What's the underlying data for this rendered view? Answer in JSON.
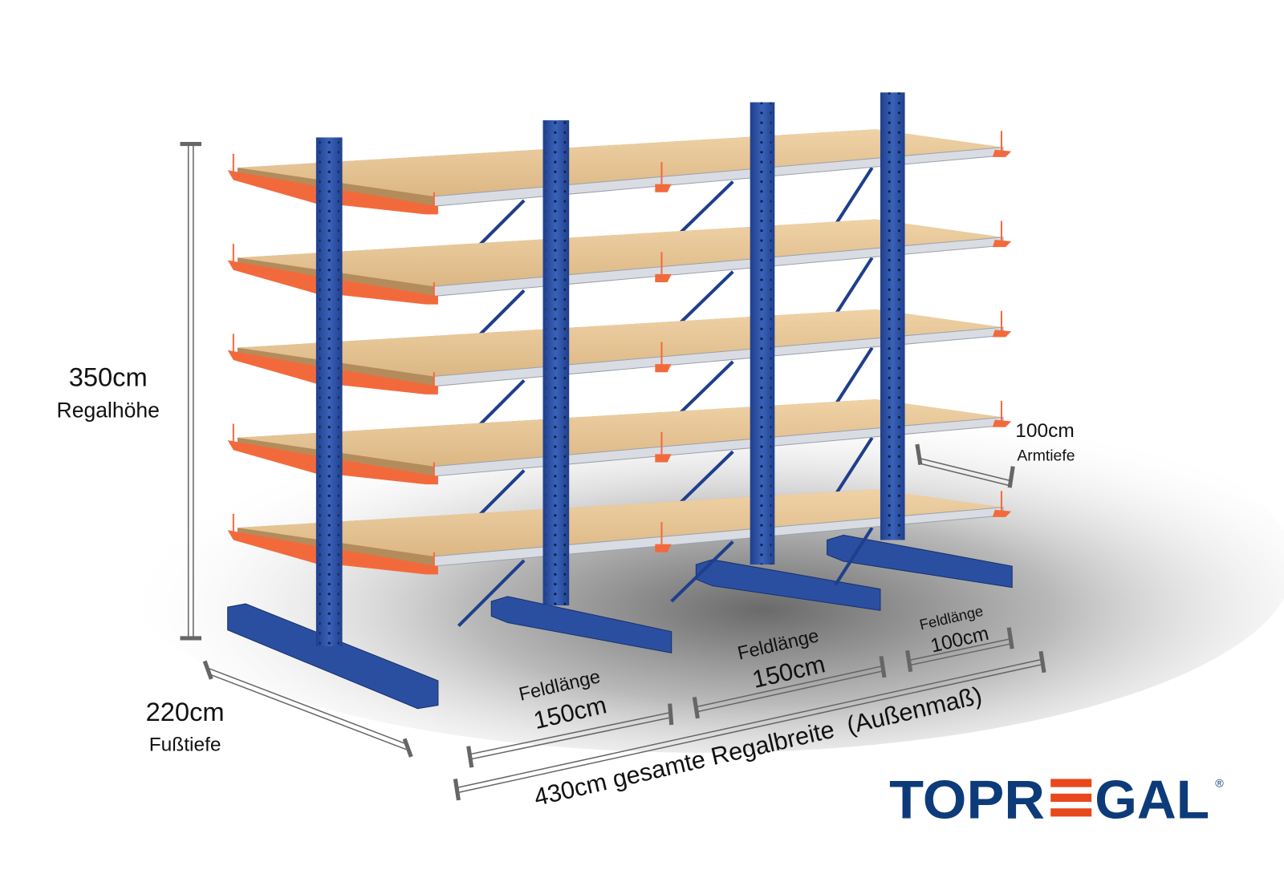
{
  "dimensions": {
    "height": {
      "value": "350cm",
      "label": "Regalhöhe"
    },
    "foot_depth": {
      "value": "220cm",
      "label": "Fußtiefe"
    },
    "arm_depth": {
      "value": "100cm",
      "label": "Armtiefe"
    },
    "bays": [
      {
        "label": "Feldlänge",
        "value": "150cm"
      },
      {
        "label": "Feldlänge",
        "value": "150cm"
      },
      {
        "label": "Feldlänge",
        "value": "100cm"
      }
    ],
    "total_width": "430cm gesamte Regalbreite  (Außenmaß)"
  },
  "logo": {
    "text_left": "TOPR",
    "text_right": "GAL",
    "registered": "®"
  },
  "colors": {
    "upright_blue": "#2b4fa0",
    "arm_orange": "#f26a3c",
    "board": "#e9c99a",
    "logo_blue": "#0d3b7a",
    "logo_orange": "#e8481c"
  },
  "shelf_levels": 5
}
